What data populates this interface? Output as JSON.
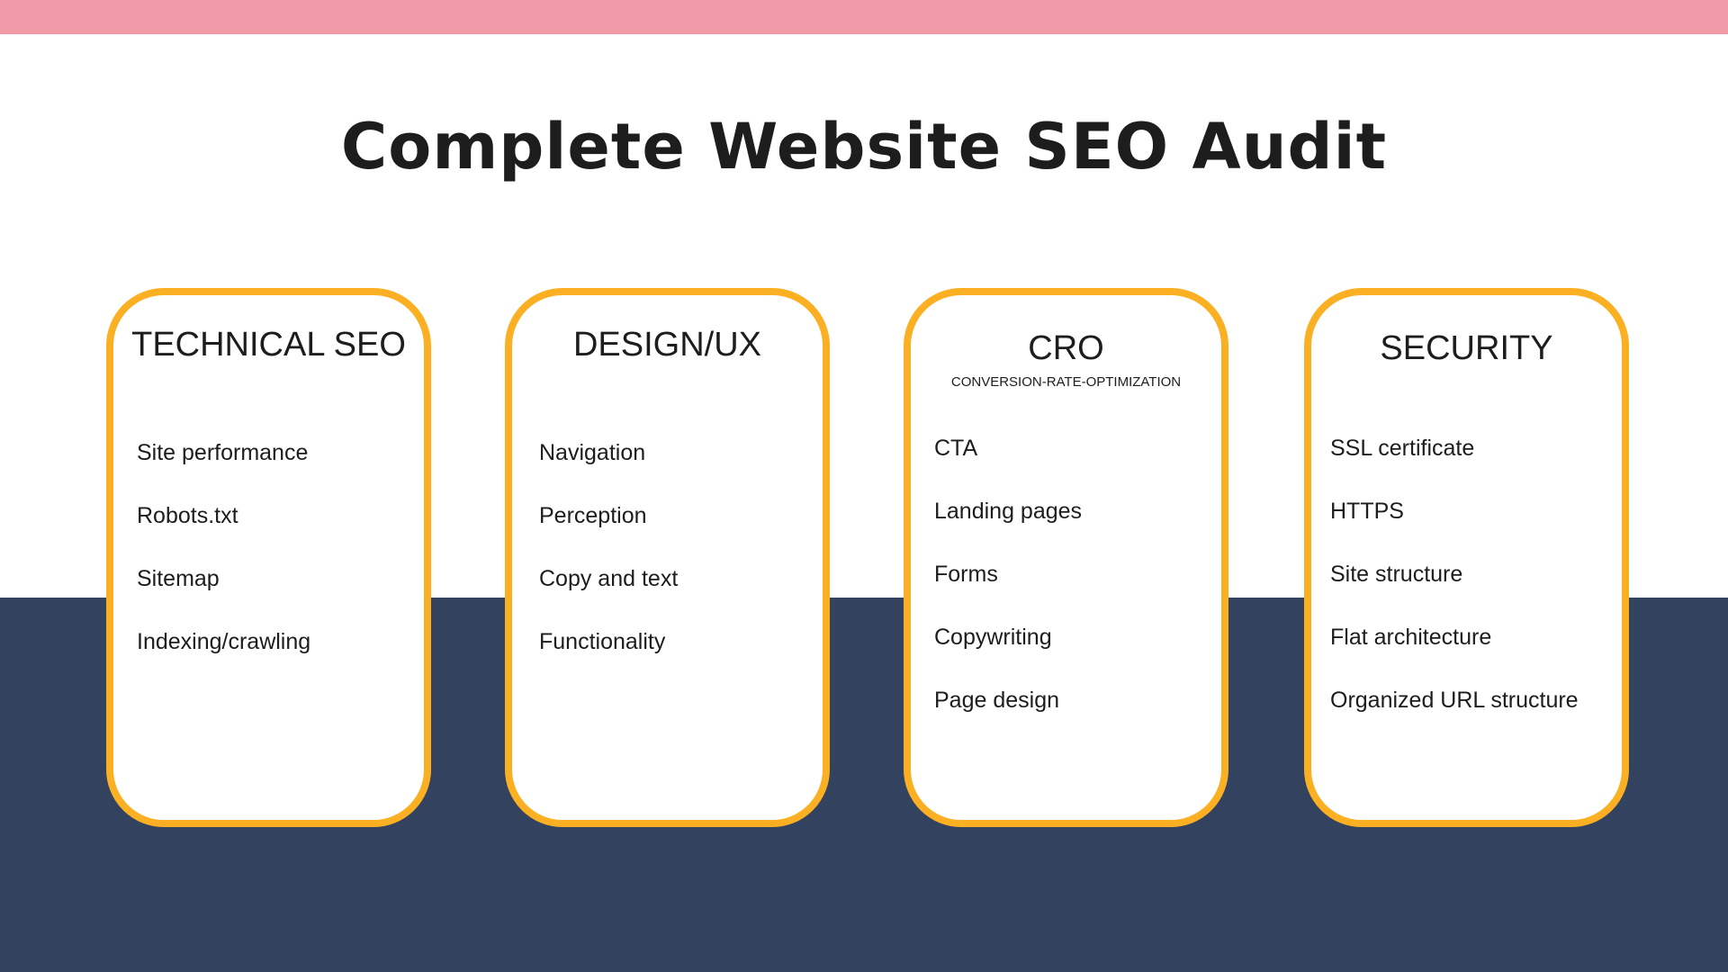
{
  "title": "Complete Website SEO Audit",
  "colors": {
    "top_bar": "#F09BA7",
    "band": "#33425F",
    "card_border": "#FBB024"
  },
  "cards": [
    {
      "title": "TECHNICAL SEO",
      "items": [
        "Site performance",
        "Robots.txt",
        "Sitemap",
        "Indexing/crawling"
      ]
    },
    {
      "title": "DESIGN/UX",
      "items": [
        "Navigation",
        "Perception",
        "Copy and text",
        "Functionality"
      ]
    },
    {
      "title": "CRO",
      "subtitle": "CONVERSION-RATE-OPTIMIZATION",
      "items": [
        "CTA",
        "Landing pages",
        "Forms",
        "Copywriting",
        "Page design"
      ]
    },
    {
      "title": "SECURITY",
      "items": [
        "SSL certificate",
        "HTTPS",
        "Site structure",
        "Flat architecture",
        "Organized URL structure"
      ]
    }
  ]
}
